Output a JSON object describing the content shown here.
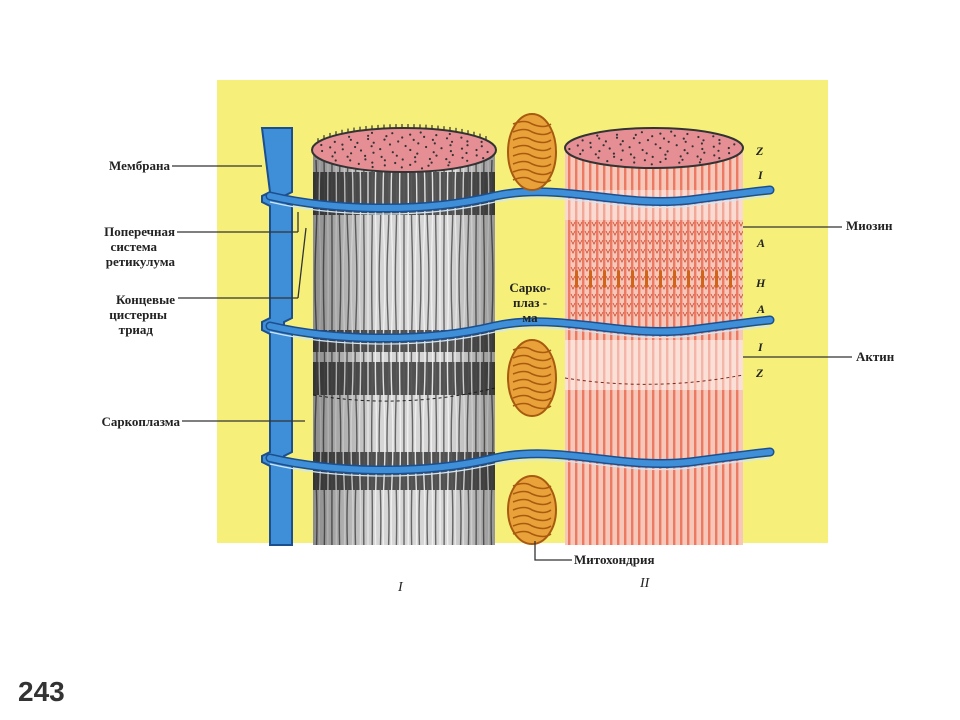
{
  "labels": {
    "membrane": "Мембрана",
    "transverse_1": "Поперечная",
    "transverse_2": "система",
    "transverse_3": "ретикулума",
    "cisternae_1": "Концевые",
    "cisternae_2": "цистерны",
    "cisternae_3": "триад",
    "sarcoplasm_left": "Саркоплазма",
    "sarcoplasm_mid_1": "Сарко-",
    "sarcoplasm_mid_2": "плаз -",
    "sarcoplasm_mid_3": "ма",
    "myosin": "Миозин",
    "actin": "Актин",
    "mitochondrion": "Митохондрия"
  },
  "bands": {
    "z_top": "Z",
    "i_top": "I",
    "a_top": "A",
    "h": "H",
    "a_bottom": "A",
    "i_bottom": "I",
    "z_bottom": "Z"
  },
  "roman": {
    "left": "I",
    "right": "II"
  },
  "page_number": "243",
  "colors": {
    "panel": "#f6f07a",
    "tubule": "#3f8fd8",
    "tubule_dark": "#1c4f8f",
    "fiber_dark": "#3a3a3a",
    "fiber_light": "#d9d9d9",
    "fiber_top": "#e58f95",
    "myofibril": "#f3b3a3",
    "myofibril_line": "#e8664e",
    "mitochondrion": "#e9a13a",
    "mitochondrion_dark": "#a85a10"
  }
}
